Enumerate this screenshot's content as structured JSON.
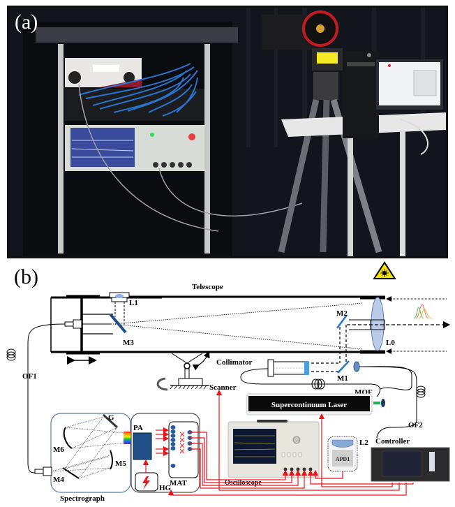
{
  "figure": {
    "panel_a": {
      "label": "(a)",
      "description": "Photograph of the lidar system: equipment rack with oscilloscope and cabling, telescope with red lens mounted on tripod, desktop PC tower and monitor"
    },
    "panel_b": {
      "label": "(b)",
      "title": "Telescope",
      "components": {
        "L1": "L1",
        "M3": "M3",
        "M2": "M2",
        "L0": "L0",
        "M1": "M1",
        "OF1": "OF1",
        "OF2": "OF2",
        "MOF": "MOF",
        "L2": "L2",
        "collimator": "Collimator",
        "scanner": "Scanner",
        "laser": "Supercontinuum Laser",
        "oscilloscope": "Oscilloscope",
        "apd": "APD1",
        "controller": "Controller",
        "spectrograph": "Spectrograph",
        "G": "G",
        "M4": "M4",
        "M5": "M5",
        "M6": "M6",
        "PA": "PA",
        "MAT": "MAT",
        "HG": "HG"
      },
      "colors": {
        "signal_lines": "#e8141b",
        "mirror": "#1d4e89",
        "lens": "#b9cbe6",
        "pa_block": "#1f4f86",
        "mat_dots": "#2c5e9e",
        "warning": "#f5e100"
      }
    }
  }
}
